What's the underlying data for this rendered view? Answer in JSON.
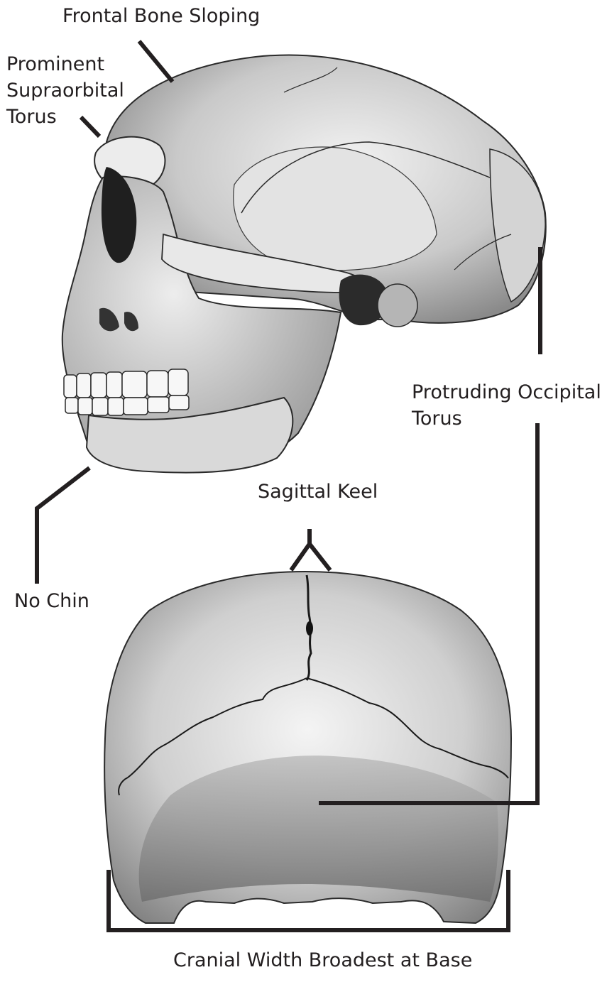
{
  "labels": {
    "frontal_bone": "Frontal Bone Sloping",
    "supraorbital": [
      "Prominent",
      "Supraorbital",
      "Torus"
    ],
    "occipital": [
      "Protruding Occipital",
      "Torus"
    ],
    "sagittal_keel": "Sagittal Keel",
    "no_chin": "No Chin",
    "cranial_width": "Cranial Width Broadest at Base"
  },
  "colors": {
    "leader_line": "#231f20",
    "bone_light": "#e6e6e6",
    "bone_mid": "#b9b9b9",
    "bone_dark": "#4a4a4a",
    "shadow": "#151515"
  },
  "figures": [
    "skull-lateral-view",
    "skull-posterior-view"
  ]
}
